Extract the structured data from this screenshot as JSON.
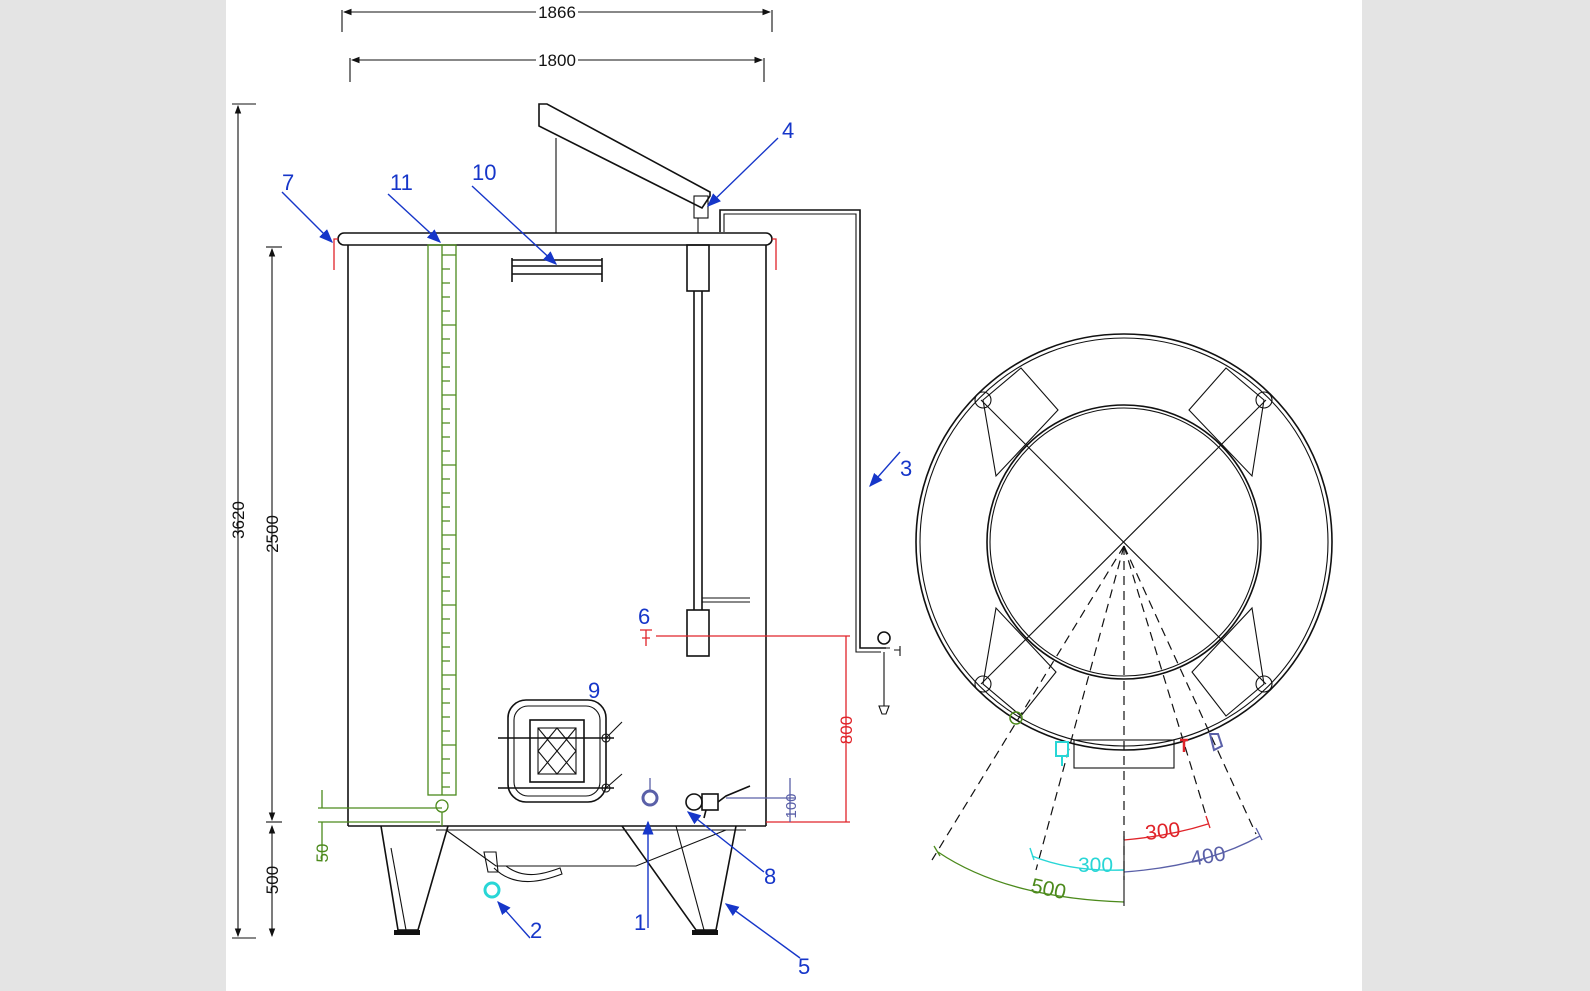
{
  "dimensions": {
    "overall_width": "1866",
    "tank_width": "1800",
    "total_height": "3620",
    "shell_height": "2500",
    "leg_height": "500",
    "gauge_offset": "50",
    "sample_tap_height": "800",
    "outlet_height": "100"
  },
  "callouts": [
    "1",
    "2",
    "3",
    "4",
    "5",
    "6",
    "7",
    "8",
    "9",
    "10",
    "11"
  ],
  "plan_view": {
    "arc_green": "500",
    "arc_cyan": "300",
    "arc_red": "300",
    "arc_slate": "400"
  },
  "colors": {
    "callout": "#1636c9",
    "green": "#4c8a1c",
    "red": "#e0242a",
    "cyan": "#28d6d6",
    "slate": "#5a60a8"
  }
}
